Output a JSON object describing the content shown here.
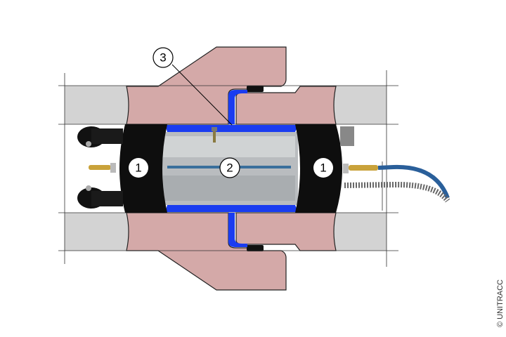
{
  "callouts": {
    "end_cap_left": "1",
    "bladder": "2",
    "seal_medium": "3",
    "end_cap_right": "1"
  },
  "copyright": "© UNITRACC",
  "colors": {
    "pipe": "#d3d3d3",
    "fitting": "#d4a9a8",
    "sealant": "#1a3cf0",
    "packer": "#111111"
  }
}
